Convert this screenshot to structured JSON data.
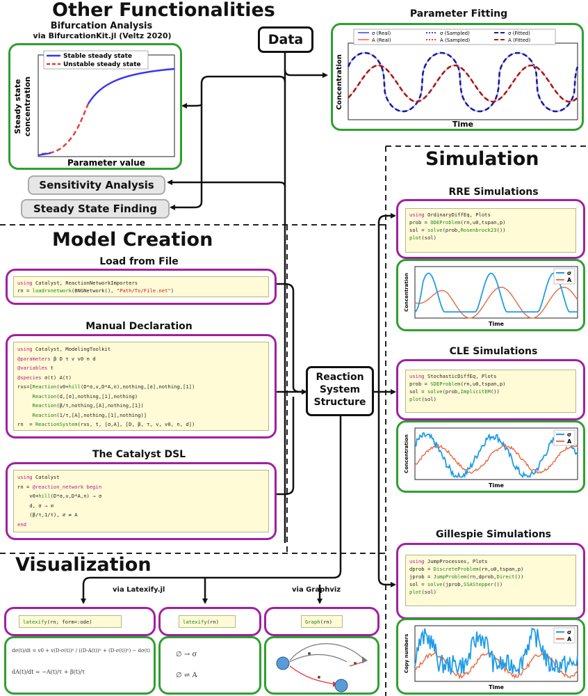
{
  "headings": {
    "other": "Other Functionalities",
    "bif_title": "Bifurcation Analysis",
    "bif_sub": "via BifurcationKit.jl (Veltz 2020)",
    "fitting": "Parameter Fitting",
    "simulation": "Simulation",
    "model_creation": "Model Creation",
    "visualization": "Visualization"
  },
  "boxes": {
    "data": "Data",
    "rs_line1": "Reaction",
    "rs_line2": "System",
    "rs_line3": "Structure",
    "sensitivity": "Sensitivity Analysis",
    "steady_state": "Steady State Finding"
  },
  "bifurcation_chart": {
    "legend_stable": "Stable steady state",
    "legend_unstable": "Unstable steady state",
    "ylabel_1": "Steady state",
    "ylabel_2": "concentration",
    "xlabel": "Parameter value",
    "stable_color": "#3333ff",
    "unstable_color": "#ee3333"
  },
  "fitting_chart": {
    "legend": [
      "σ (Real)",
      "A (Real)",
      "σ (Sampled)",
      "A (Sampled)",
      "σ (Fitted)",
      "A (Fitted)"
    ],
    "ylabel": "Concentration",
    "xlabel": "Time"
  },
  "model": {
    "load_title": "Load from File",
    "manual_title": "Manual Declaration",
    "dsl_title": "The Catalyst DSL",
    "load_code": [
      [
        [
          "kw",
          "using "
        ],
        [
          "",
          "Catalyst, ReactionNetworkImporters"
        ]
      ],
      [
        [
          "",
          "rn = "
        ],
        [
          "fn",
          "loadrxnetwork"
        ],
        [
          "",
          "(BNGNetwork(), "
        ],
        [
          "st",
          "\"Path/To/File.net\""
        ],
        [
          "",
          ")"
        ]
      ]
    ],
    "manual_code": [
      [
        [
          "kw",
          "using "
        ],
        [
          "",
          "Catalyst, ModelingToolkit"
        ]
      ],
      [
        [
          "kw",
          "@parameters "
        ],
        [
          "",
          "β D τ v v0 n d"
        ]
      ],
      [
        [
          "kw",
          "@variables "
        ],
        [
          "",
          "t"
        ]
      ],
      [
        [
          "kw",
          "@species "
        ],
        [
          "",
          "σ(t) A(t)"
        ]
      ],
      [
        [
          "",
          "rxs=["
        ],
        [
          "fn",
          "Reaction"
        ],
        [
          "",
          "(v0+"
        ],
        [
          "fn",
          "hill"
        ],
        [
          "",
          "(D*σ,v,D*A,n),nothing,[σ],nothing,[1])"
        ]
      ],
      [
        [
          "",
          "     "
        ],
        [
          "fn",
          "Reaction"
        ],
        [
          "",
          "(d,[σ],nothing,[1],nothing)"
        ]
      ],
      [
        [
          "",
          "     "
        ],
        [
          "fn",
          "Reaction"
        ],
        [
          "",
          "(β/τ,nothing,[A],nothing,[1])"
        ]
      ],
      [
        [
          "",
          "     "
        ],
        [
          "fn",
          "Reaction"
        ],
        [
          "",
          "(1/τ,[A],nothing,[1],nothing)]"
        ]
      ],
      [
        [
          "",
          "rn  = "
        ],
        [
          "fn",
          "ReactionSystem"
        ],
        [
          "",
          "(rxs, t, [σ,A], [D, β, τ, v, v0, n, d])"
        ]
      ]
    ],
    "dsl_code": [
      [
        [
          "kw",
          "using "
        ],
        [
          "",
          "Catalyst"
        ]
      ],
      [
        [
          "",
          "rn = "
        ],
        [
          "kw",
          "@reaction_network begin"
        ]
      ],
      [
        [
          "",
          "    v0+"
        ],
        [
          "fn",
          "hill"
        ],
        [
          "",
          "(D*σ,v,D*A,n) → σ"
        ]
      ],
      [
        [
          "",
          "    d, σ → ∅"
        ]
      ],
      [
        [
          "",
          "    (β/τ,1/τ), ∅ ⇌ A"
        ]
      ],
      [
        [
          "kw",
          "end"
        ]
      ]
    ]
  },
  "sim": {
    "rre_title": "RRE Simulations",
    "cle_title": "CLE Simulations",
    "gil_title": "Gillespie Simulations",
    "rre_code": [
      [
        [
          "kw",
          "using "
        ],
        [
          "",
          "OrdinaryDiffEq, Plots"
        ]
      ],
      [
        [
          "",
          "prob = "
        ],
        [
          "fn",
          "ODEProblem"
        ],
        [
          "",
          "(rn,u0,tspan,p)"
        ]
      ],
      [
        [
          "",
          "sol = "
        ],
        [
          "fn",
          "solve"
        ],
        [
          "",
          "(prob,"
        ],
        [
          "fn",
          "Rosenbrock23"
        ],
        [
          "",
          "())"
        ]
      ],
      [
        [
          "fn",
          "plot"
        ],
        [
          "",
          "(sol)"
        ]
      ]
    ],
    "cle_code": [
      [
        [
          "kw",
          "using "
        ],
        [
          "",
          "StochasticDiffEq, Plots"
        ]
      ],
      [
        [
          "",
          "prob = "
        ],
        [
          "fn",
          "SDEProblem"
        ],
        [
          "",
          "(rn,u0,tspan,p)"
        ]
      ],
      [
        [
          "",
          "sol = "
        ],
        [
          "fn",
          "solve"
        ],
        [
          "",
          "(prob,"
        ],
        [
          "fn",
          "ImplicitEM"
        ],
        [
          "",
          "())"
        ]
      ],
      [
        [
          "fn",
          "plot"
        ],
        [
          "",
          "(sol)"
        ]
      ]
    ],
    "gil_code": [
      [
        [
          "kw",
          "using "
        ],
        [
          "",
          "JumpProcesses, Plots"
        ]
      ],
      [
        [
          "",
          "dprob = "
        ],
        [
          "fn",
          "DiscreteProblem"
        ],
        [
          "",
          "(rn,u0,tspan,p)"
        ]
      ],
      [
        [
          "",
          "jprob = "
        ],
        [
          "fn",
          "JumpProblem"
        ],
        [
          "",
          "(rn,dprob,"
        ],
        [
          "fn",
          "Direct"
        ],
        [
          "",
          "())"
        ]
      ],
      [
        [
          "",
          "sol = "
        ],
        [
          "fn",
          "solve"
        ],
        [
          "",
          "(jprob,"
        ],
        [
          "fn",
          "SSAStepper"
        ],
        [
          "",
          "())"
        ]
      ],
      [
        [
          "fn",
          "plot"
        ],
        [
          "",
          "(sol)"
        ]
      ]
    ],
    "legend_sigma": "σ",
    "legend_a": "A",
    "ylabel_conc": "Concentration",
    "ylabel_copy": "Copy numbers",
    "xlabel": "Time",
    "sigma_color": "#1e9be8",
    "a_color": "#e8704a"
  },
  "viz": {
    "via_latexify": "via Latexify.jl",
    "via_graphviz": "via Graphviz",
    "code1": [
      [
        [
          "fn",
          "latexify"
        ],
        [
          "",
          "(rn; form=:ode)"
        ]
      ]
    ],
    "code2": [
      [
        [
          "fn",
          "latexify"
        ],
        [
          "",
          "(rn)"
        ]
      ]
    ],
    "code3": [
      [
        [
          "fn",
          "Graph"
        ],
        [
          "",
          "(rn)"
        ]
      ]
    ],
    "eq1a": "dσ(t)/dt = v0 + v(D·σ(t))ⁿ / ((D·A(t))ⁿ + (D·σ(t))ⁿ) − dσ(t)",
    "eq1b": "dA(t)/dt = −A(t)/τ + β(t)/τ",
    "eq2a": "∅ → σ",
    "eq2b": "∅ ⇌ A"
  }
}
